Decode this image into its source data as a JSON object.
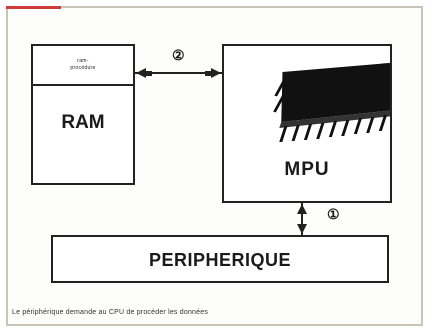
{
  "ram_box": {
    "top_text_line1": "ram-",
    "top_text_line2": "procédure",
    "label": "RAM"
  },
  "mpu_box": {
    "label": "MPU"
  },
  "peripheral_box": {
    "label": "PERIPHERIQUE"
  },
  "link_labels": {
    "ram_mpu": "②",
    "mpu_peripheral": "①"
  },
  "caption": "Le périphérique demande au CPU de procéder les données",
  "colors": {
    "frame": "#c9c4b8",
    "accent": "#d23b3b",
    "line": "#222222"
  }
}
